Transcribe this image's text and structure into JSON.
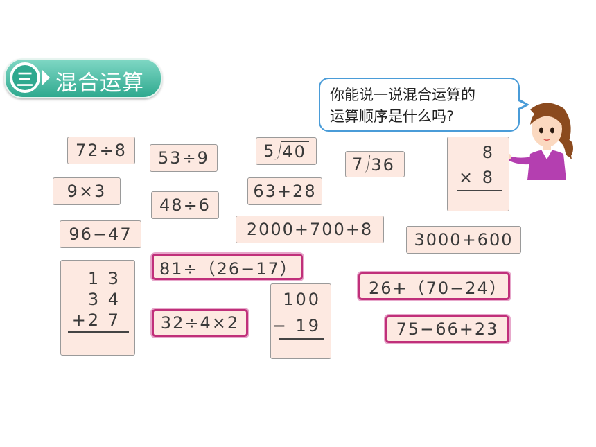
{
  "section": {
    "number": "三",
    "title": "混合运算"
  },
  "bubble": {
    "line1": "你能说一说混合运算的",
    "line2": "运算顺序是什么吗?"
  },
  "cards": {
    "c72_8": "72÷8",
    "c53_9": "53÷9",
    "c9x3": "9×3",
    "c48_6": "48÷6",
    "c63_28": "63+28",
    "c96_47": "96−47",
    "c2000": "2000+700+8",
    "c3000": "3000+600",
    "c81": "81÷（26−17）",
    "c26": "26+（70−24）",
    "c32": "32÷4×2",
    "c75": "75−66+23"
  },
  "division1": {
    "divisor": "5",
    "dividend": "40"
  },
  "division2": {
    "divisor": "7",
    "dividend": "36"
  },
  "vertical_mult": {
    "top": "8",
    "bottom": "× 8"
  },
  "vertical_add": {
    "r1": "1 3",
    "r2": "3 4",
    "r3": "+2 7"
  },
  "vertical_sub": {
    "top": "100",
    "bottom": "−  19"
  },
  "colors": {
    "card_bg": "#fde9e1",
    "highlight": "#c0307a",
    "banner": "#2fa98f",
    "bubble_border": "#4a9cd8"
  }
}
